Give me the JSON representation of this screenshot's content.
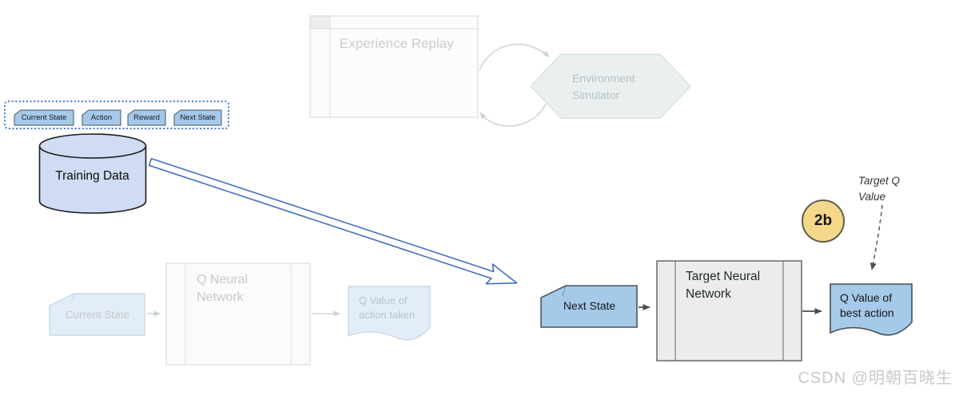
{
  "colors": {
    "solid_shape_fill": "#a5c9e9",
    "cylinder_fill": "#cfdcf3",
    "faded_shape_fill": "#e2edf8",
    "process_box_fill": "#ececec",
    "badge_fill": "#f6d88b",
    "flow_arrow_blue": "#3e6fc1",
    "dotted_border_blue": "#4a79c9"
  },
  "top_flow": {
    "experience_replay_label": "Experience Replay",
    "environment_simulator_line1": "Environment",
    "environment_simulator_line2": "Simulator"
  },
  "replay_buffer": {
    "items": [
      "Current State",
      "Action",
      "Reward",
      "Next State"
    ]
  },
  "training_data_label": "Training Data",
  "q_network_flow": {
    "input_label": "Current State",
    "network_line1": "Q Neural",
    "network_line2": "Network",
    "output_line1": "Q Value of",
    "output_line2": "action taken"
  },
  "target_network_flow": {
    "input_label": "Next State",
    "network_line1": "Target Neural",
    "network_line2": "Network",
    "output_line1": "Q Value of",
    "output_line2": "best action",
    "step_badge": "2b",
    "annotation_line1": "Target Q",
    "annotation_line2": "Value"
  },
  "watermark": "CSDN @明朝百晓生"
}
